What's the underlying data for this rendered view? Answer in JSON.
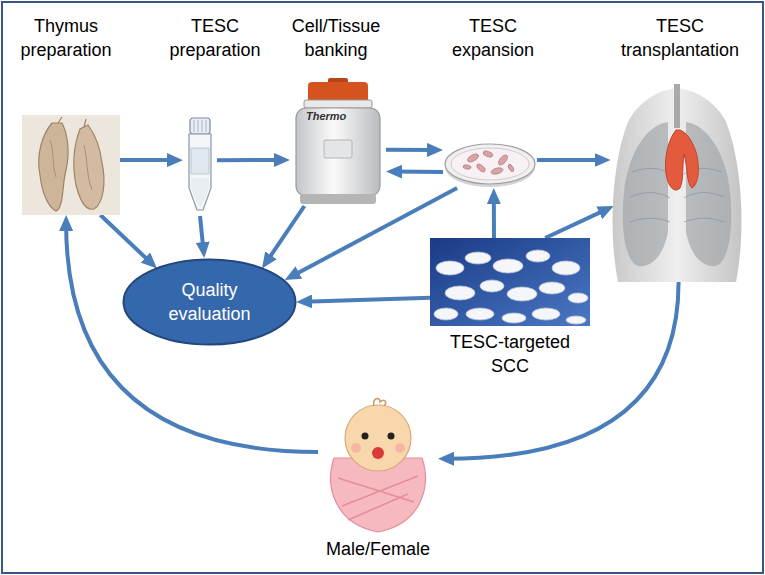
{
  "diagram": {
    "nodes": [
      {
        "text": [
          "Thymus preparation"
        ]
      },
      {
        "text": [
          "TESC preparation"
        ]
      },
      {
        "text": [
          "Cell/Tissue banking"
        ]
      },
      {
        "text": [
          "TESC expansion"
        ]
      },
      {
        "text": [
          "TESC transplantation"
        ]
      },
      {
        "text": [
          "Quality evaluation"
        ]
      },
      {
        "text": [
          "TESC-targeted SCC"
        ]
      },
      {
        "text": [
          "Male/Female"
        ]
      }
    ],
    "edges": [
      {
        "from": 0,
        "to": 1,
        "arrow": "to"
      },
      {
        "from": 1,
        "to": 2,
        "arrow": "to"
      },
      {
        "from": 2,
        "to": 3,
        "arrow": "to"
      },
      {
        "from": 3,
        "to": 2,
        "arrow": "to"
      },
      {
        "from": 3,
        "to": 4,
        "arrow": "to"
      },
      {
        "from": 0,
        "to": 5,
        "arrow": "to"
      },
      {
        "from": 1,
        "to": 5,
        "arrow": "to"
      },
      {
        "from": 2,
        "to": 5,
        "arrow": "to"
      },
      {
        "from": 3,
        "to": 5,
        "arrow": "to"
      },
      {
        "from": 6,
        "to": 5,
        "arrow": "to"
      },
      {
        "from": 6,
        "to": 3,
        "arrow": "to"
      },
      {
        "from": 6,
        "to": 4,
        "arrow": "to"
      },
      {
        "from": 4,
        "to": 7,
        "arrow": "to"
      },
      {
        "from": 7,
        "to": 0,
        "arrow": "to"
      }
    ],
    "labels": [
      "Thermo"
    ]
  }
}
